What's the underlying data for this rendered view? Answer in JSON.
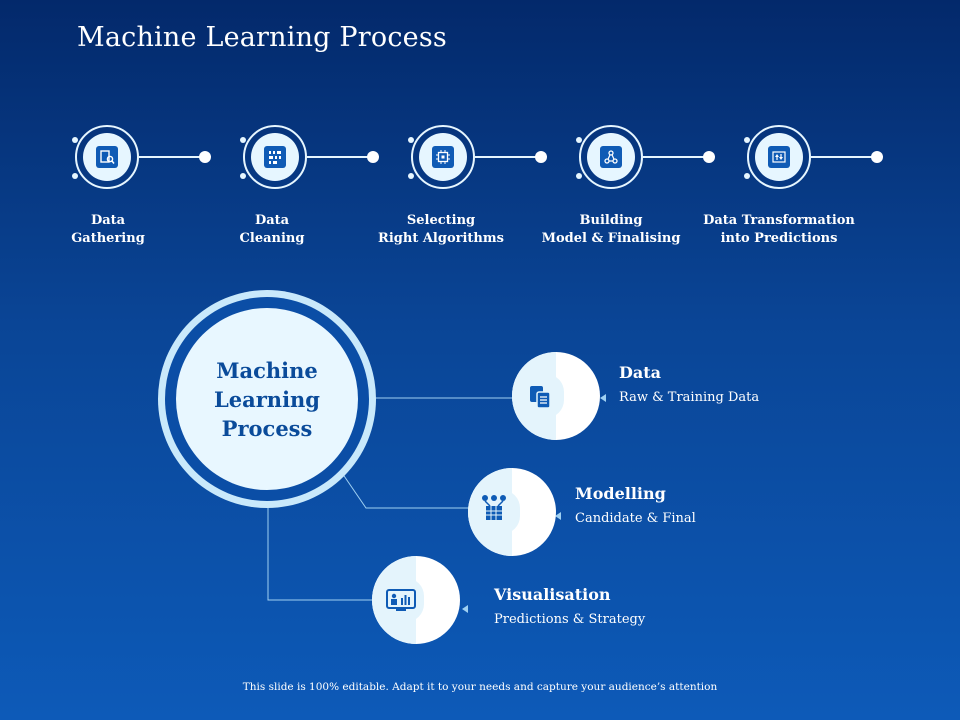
{
  "title": "Machine Learning Process",
  "steps": [
    {
      "label": "Data\nGathering",
      "icon": "document-search-icon"
    },
    {
      "label": "Data\nCleaning",
      "icon": "binary-data-icon"
    },
    {
      "label": "Selecting\nRight Algorithms",
      "icon": "chip-algorithm-icon"
    },
    {
      "label": "Building\nModel & Finalising",
      "icon": "network-nodes-icon"
    },
    {
      "label": "Data Transformation\ninto Predictions",
      "icon": "transform-arrows-icon"
    }
  ],
  "center": {
    "label": "Machine\nLearning\nProcess"
  },
  "items": [
    {
      "title": "Data",
      "desc": "Raw & Training Data",
      "icon": "documents-icon"
    },
    {
      "title": "Modelling",
      "desc": "Candidate & Final",
      "icon": "model-cube-icon"
    },
    {
      "title": "Visualisation",
      "desc": "Predictions & Strategy",
      "icon": "presentation-screen-icon"
    }
  ],
  "footer": "This slide is 100% editable. Adapt it to your needs and capture your audience’s attention",
  "colors": {
    "accent": "#0f5bb5",
    "light": "#e6f6ff",
    "bg_top": "#03296b",
    "bg_bottom": "#0d5ab8"
  }
}
